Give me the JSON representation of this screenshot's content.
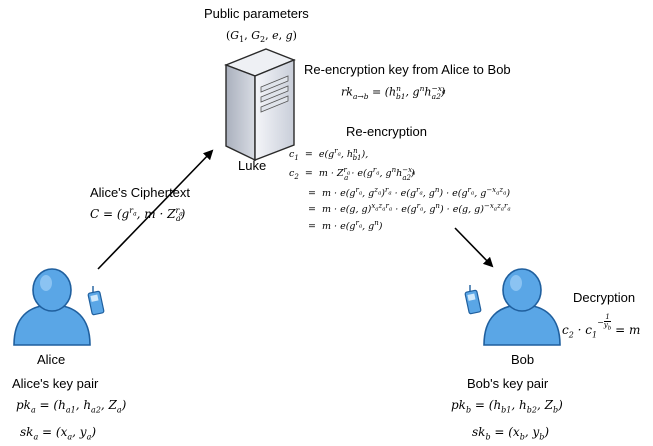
{
  "public": {
    "title": "Public parameters",
    "params": "(G₁, G₂, e, g)"
  },
  "luke": {
    "label": "Luke"
  },
  "rekey": {
    "title": "Re-encryption key from Alice to Bob",
    "formula": "rkₐ→b = (hₙ_b1, gⁿh_a2^−xₐ)"
  },
  "reenc": {
    "title": "Re-encryption",
    "lines": [
      "c₁ = e(g^rₐ, hⁿ_b1),",
      "c₂ = m · Zₐ^rₐ · e(g^rₐ, gⁿh_a2^−xₐ)",
      "= m · e(g^rₐ, g^zₐ)^rₐ · e(g^rₐ, gⁿ) · e(g^rₐ, g^−xₐzₐ)",
      "= m · e(g, g)^xₐzₐrₐ · e(g^rₐ, gⁿ) · e(g, g)^−xₐzₐrₐ",
      "= m · e(g^rₐ, gⁿ)"
    ]
  },
  "cipher": {
    "title": "Alice's Ciphertext",
    "formula": "C = (g^rₐ, m · Zₐ^rₐ)"
  },
  "alice": {
    "name": "Alice",
    "keypair_title": "Alice's key pair",
    "pk": "pkₐ = (hₐ₁, hₐ₂, Zₐ)",
    "sk": "skₐ = (xₐ, yₐ)"
  },
  "bob": {
    "name": "Bob",
    "keypair_title": "Bob's key pair",
    "pk": "pk_b = (h_b1, h_b2, Z_b)",
    "sk": "sk_b = (x_b, y_b)"
  },
  "decryption": {
    "title": "Decryption",
    "formula": "c₂ · c₁^(−1/y_b) = m"
  },
  "colors": {
    "person_fill": "#5aa6e6",
    "person_stroke": "#1f5f9e",
    "server_fill": "#e4e7ef",
    "server_stroke": "#2a2a2a",
    "arrow": "#000000"
  }
}
